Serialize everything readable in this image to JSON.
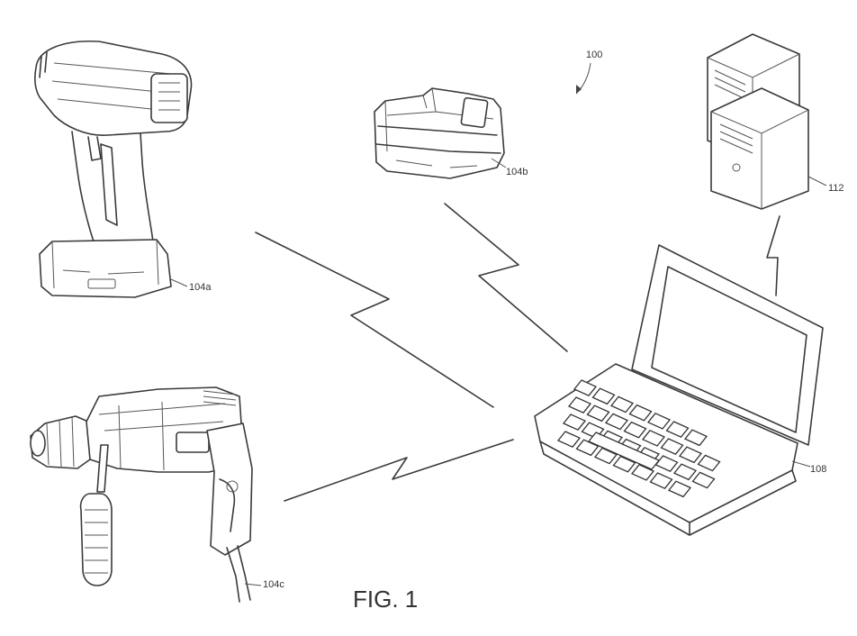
{
  "figure": {
    "caption": "FIG. 1",
    "system_ref": "100"
  },
  "devices": {
    "impact_driver": {
      "ref": "104a",
      "icon": "impact-driver-icon"
    },
    "battery_pack": {
      "ref": "104b",
      "icon": "battery-pack-icon"
    },
    "hammer_drill": {
      "ref": "104c",
      "icon": "hammer-drill-icon"
    },
    "laptop": {
      "ref": "108",
      "icon": "laptop-icon"
    },
    "servers": {
      "ref": "112",
      "icon": "server-tower-icon"
    }
  },
  "links": [
    {
      "from": "104a",
      "to": "108",
      "type": "wireless"
    },
    {
      "from": "104b",
      "to": "108",
      "type": "wireless"
    },
    {
      "from": "104c",
      "to": "108",
      "type": "wireless"
    },
    {
      "from": "112",
      "to": "108",
      "type": "wireless"
    }
  ]
}
